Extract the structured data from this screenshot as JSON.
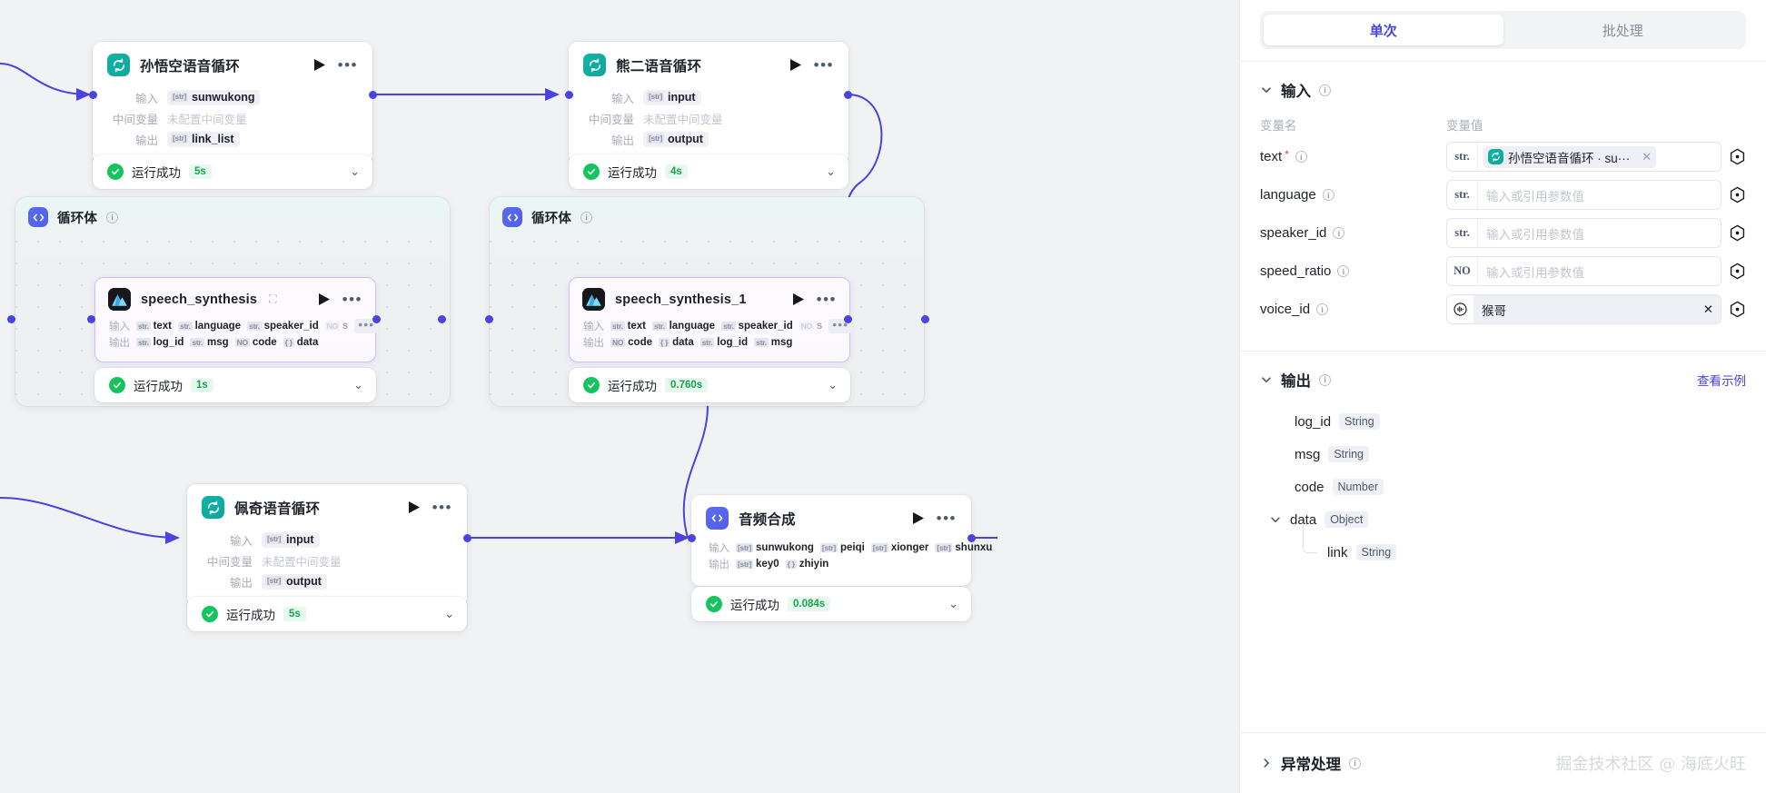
{
  "canvas": {
    "nodes": [
      {
        "id": "loop-sunwukong",
        "title": "孙悟空语音循环",
        "icon": "loop-icon",
        "rows": [
          {
            "label": "输入",
            "type": "arr",
            "value": "sunwukong"
          },
          {
            "label": "中间变量",
            "type": "none",
            "value": "未配置中间变量"
          },
          {
            "label": "输出",
            "type": "arr",
            "value": "link_list"
          }
        ],
        "status": {
          "text": "运行成功",
          "time": "5s"
        }
      },
      {
        "id": "loop-xionger",
        "title": "熊二语音循环",
        "icon": "loop-icon",
        "rows": [
          {
            "label": "输入",
            "type": "arr",
            "value": "input"
          },
          {
            "label": "中间变量",
            "type": "none",
            "value": "未配置中间变量"
          },
          {
            "label": "输出",
            "type": "arr",
            "value": "output"
          }
        ],
        "status": {
          "text": "运行成功",
          "time": "4s"
        }
      },
      {
        "id": "loop-peiqi",
        "title": "佩奇语音循环",
        "icon": "loop-icon",
        "rows": [
          {
            "label": "输入",
            "type": "arr",
            "value": "input"
          },
          {
            "label": "中间变量",
            "type": "none",
            "value": "未配置中间变量"
          },
          {
            "label": "输出",
            "type": "arr",
            "value": "output"
          }
        ],
        "status": {
          "text": "运行成功",
          "time": "5s"
        }
      },
      {
        "id": "audio-merge",
        "title": "音频合成",
        "icon": "audio-icon",
        "io": {
          "in_label": "输入",
          "in_items": [
            {
              "type": "arr",
              "name": "sunwukong"
            },
            {
              "type": "arr",
              "name": "peiqi"
            },
            {
              "type": "arr",
              "name": "xionger"
            },
            {
              "type": "arr",
              "name": "shunxu"
            }
          ],
          "out_label": "输出",
          "out_items": [
            {
              "type": "arr",
              "name": "key0"
            },
            {
              "type": "obj",
              "name": "zhiyin"
            }
          ]
        },
        "status": {
          "text": "运行成功",
          "time": "0.084s"
        }
      }
    ],
    "loops": [
      {
        "id": "loopbody-1",
        "title": "循环体",
        "inner": {
          "title": "speech_synthesis",
          "icon": "tts-plugin-icon",
          "in_label": "输入",
          "in_items": [
            {
              "type": "str",
              "name": "text"
            },
            {
              "type": "str",
              "name": "language"
            },
            {
              "type": "str",
              "name": "speaker_id"
            },
            {
              "type": "no",
              "name": "s"
            }
          ],
          "out_label": "输出",
          "out_items": [
            {
              "type": "str",
              "name": "log_id"
            },
            {
              "type": "str",
              "name": "msg"
            },
            {
              "type": "no",
              "name": "code"
            },
            {
              "type": "obj",
              "name": "data"
            }
          ]
        },
        "status": {
          "text": "运行成功",
          "time": "1s"
        }
      },
      {
        "id": "loopbody-2",
        "title": "循环体",
        "inner": {
          "title": "speech_synthesis_1",
          "icon": "tts-plugin-icon",
          "in_label": "输入",
          "in_items": [
            {
              "type": "str",
              "name": "text"
            },
            {
              "type": "str",
              "name": "language"
            },
            {
              "type": "str",
              "name": "speaker_id"
            },
            {
              "type": "no",
              "name": "s"
            }
          ],
          "out_label": "输出",
          "out_items": [
            {
              "type": "no",
              "name": "code"
            },
            {
              "type": "obj",
              "name": "data"
            },
            {
              "type": "str",
              "name": "log_id"
            },
            {
              "type": "str",
              "name": "msg"
            }
          ]
        },
        "status": {
          "text": "运行成功",
          "time": "0.760s"
        }
      }
    ]
  },
  "panel": {
    "tabs": [
      {
        "label": "单次",
        "active": true
      },
      {
        "label": "批处理",
        "active": false
      }
    ],
    "input_section": {
      "title": "输入",
      "col_name": "变量名",
      "col_value": "变量值",
      "fields": [
        {
          "name": "text",
          "required": true,
          "type": "str.",
          "value_ref": "孙悟空语音循环 · su···",
          "placeholder": ""
        },
        {
          "name": "language",
          "required": false,
          "type": "str.",
          "value_ref": "",
          "placeholder": "输入或引用参数值"
        },
        {
          "name": "speaker_id",
          "required": false,
          "type": "str.",
          "value_ref": "",
          "placeholder": "输入或引用参数值"
        },
        {
          "name": "speed_ratio",
          "required": false,
          "type": "NO",
          "value_ref": "",
          "placeholder": "输入或引用参数值"
        },
        {
          "name": "voice_id",
          "required": false,
          "type": "voice",
          "value_ref": "猴哥",
          "placeholder": ""
        }
      ]
    },
    "output_section": {
      "title": "输出",
      "link_label": "查看示例",
      "items": [
        {
          "name": "log_id",
          "type": "String",
          "nested": false
        },
        {
          "name": "msg",
          "type": "String",
          "nested": false
        },
        {
          "name": "code",
          "type": "Number",
          "nested": false
        },
        {
          "name": "data",
          "type": "Object",
          "nested": false,
          "expandable": true
        },
        {
          "name": "link",
          "type": "String",
          "nested": true
        }
      ]
    },
    "exception_section": {
      "title": "异常处理"
    },
    "watermark": "掘金技术社区 @ 海底火旺"
  },
  "colors": {
    "accent": "#4a43e0",
    "loop_icon": "#12b3a6",
    "success": "#16c45f",
    "required": "#f53f3f"
  }
}
